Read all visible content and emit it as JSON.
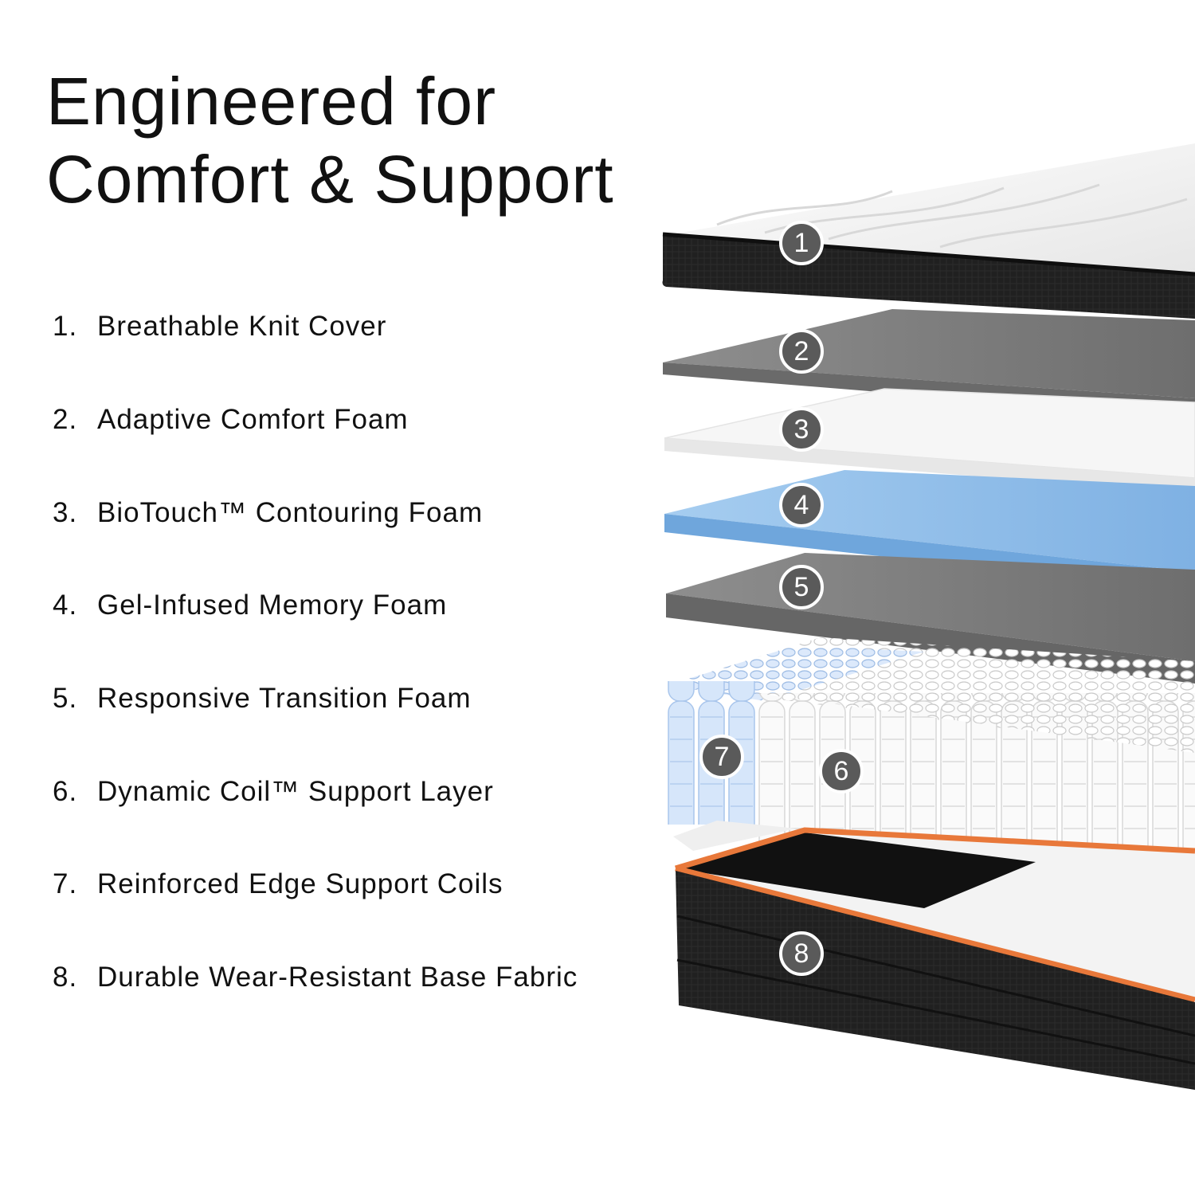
{
  "headline": {
    "line1": "Engineered for",
    "line2": "Comfort & Support"
  },
  "layers": [
    {
      "number": "1.",
      "label": "Breathable Knit Cover"
    },
    {
      "number": "2.",
      "label": "Adaptive Comfort Foam"
    },
    {
      "number": "3.",
      "label": "BioTouch™ Contouring Foam"
    },
    {
      "number": "4.",
      "label": "Gel-Infused Memory Foam"
    },
    {
      "number": "5.",
      "label": "Responsive Transition Foam"
    },
    {
      "number": "6.",
      "label": "Dynamic Coil™ Support Layer"
    },
    {
      "number": "7.",
      "label": "Reinforced Edge Support Coils"
    },
    {
      "number": "8.",
      "label": "Durable Wear-Resistant Base Fabric"
    }
  ],
  "badges": [
    "1",
    "2",
    "3",
    "4",
    "5",
    "6",
    "7",
    "8"
  ],
  "colors": {
    "text": "#111111",
    "badge": "#5a5a5a",
    "cover_side": "#1e1e1e",
    "grey_foam": "#7a7a7a",
    "white_foam": "#f4f4f4",
    "gel_foam": "#8ab8e6",
    "edge_coils": "#cfe0f7",
    "support_coils": "#f7f7f7",
    "base_trim": "#e8783a"
  }
}
